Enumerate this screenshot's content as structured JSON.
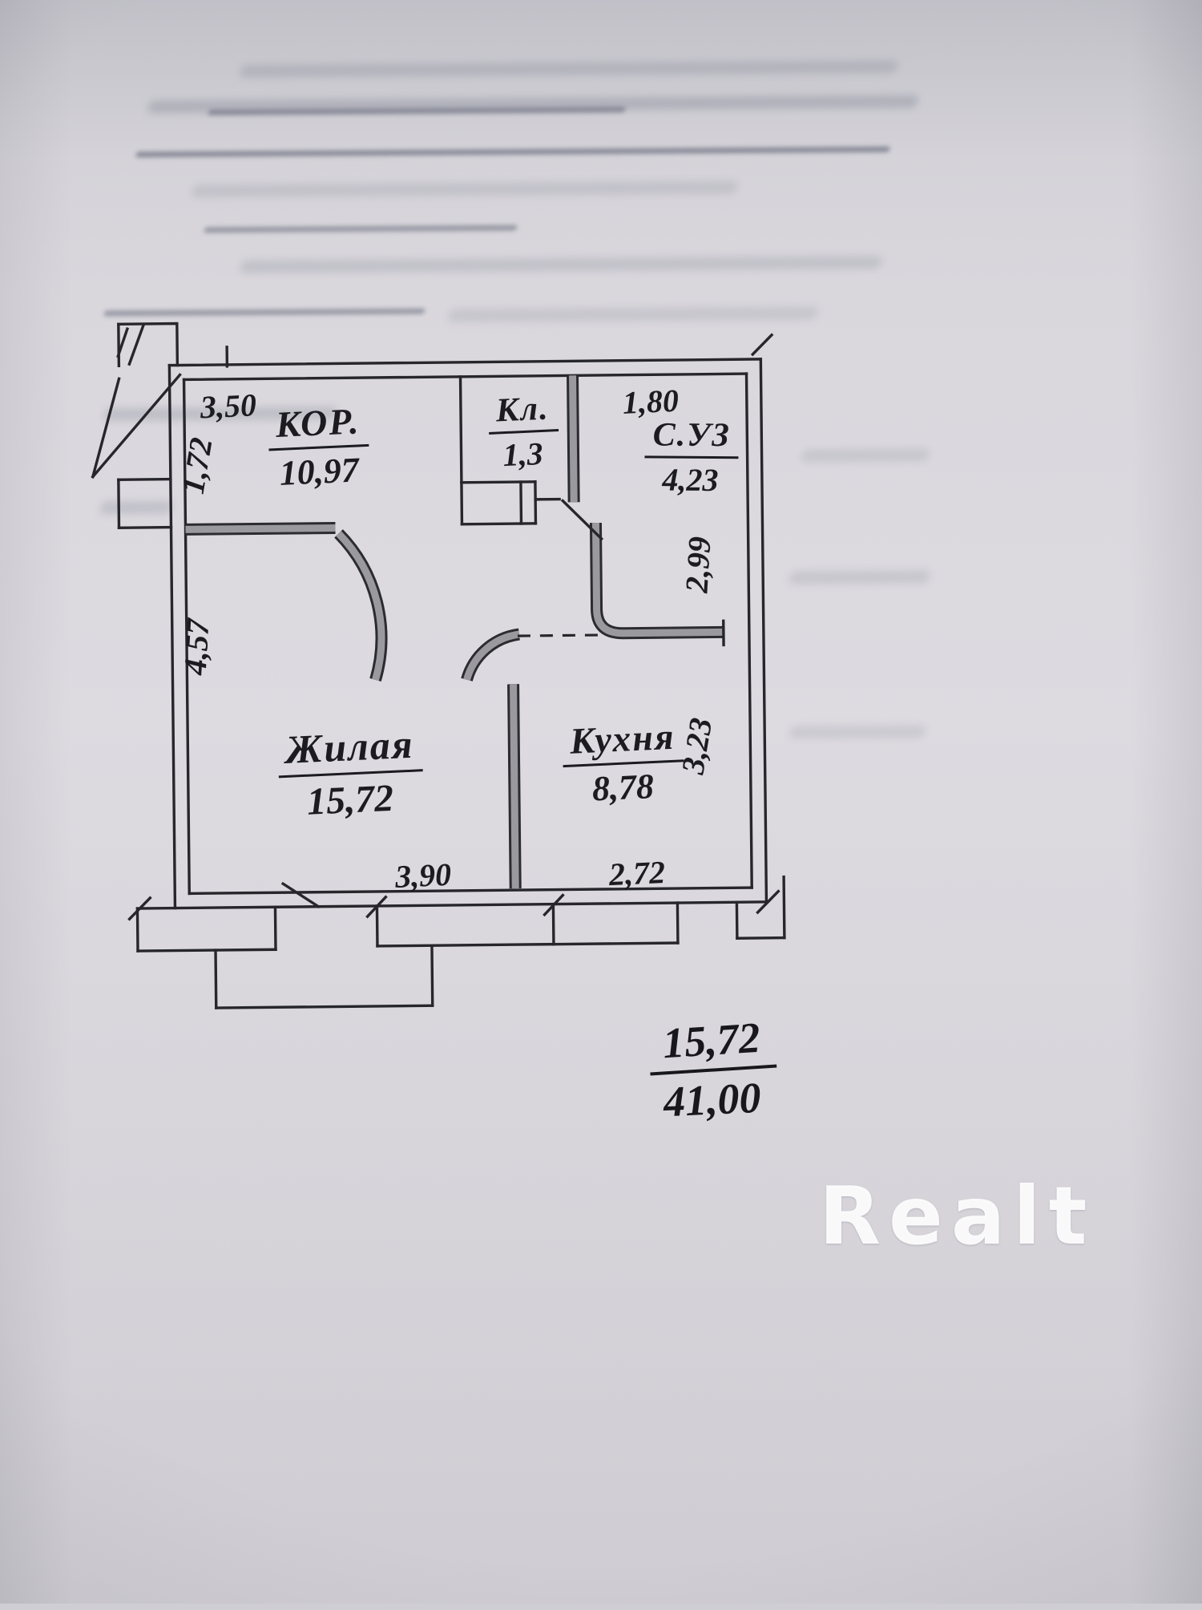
{
  "colors": {
    "ink": "#26262b",
    "wall_fill": "#9a999e",
    "paper": "#d8d6db",
    "watermark": "#ffffff"
  },
  "rooms": {
    "corridor": {
      "name": "КОР.",
      "area": "10,97"
    },
    "closet": {
      "name": "Кл.",
      "area": "1,3"
    },
    "bathroom": {
      "name": "С.УЗ",
      "area": "4,23"
    },
    "living": {
      "name": "Жилая",
      "area": "15,72"
    },
    "kitchen": {
      "name": "Кухня",
      "area": "8,78"
    }
  },
  "dimensions": {
    "top_left_width": "3,50",
    "left_upper": "1,72",
    "top_right_width": "1,80",
    "right_upper": "2,99",
    "left_lower": "4,57",
    "right_lower": "3,23",
    "bottom_left_width": "3,90",
    "bottom_right_width": "2,72"
  },
  "summary": {
    "living_area": "15,72",
    "total_area": "41,00"
  },
  "watermark": {
    "text": "Realt"
  }
}
